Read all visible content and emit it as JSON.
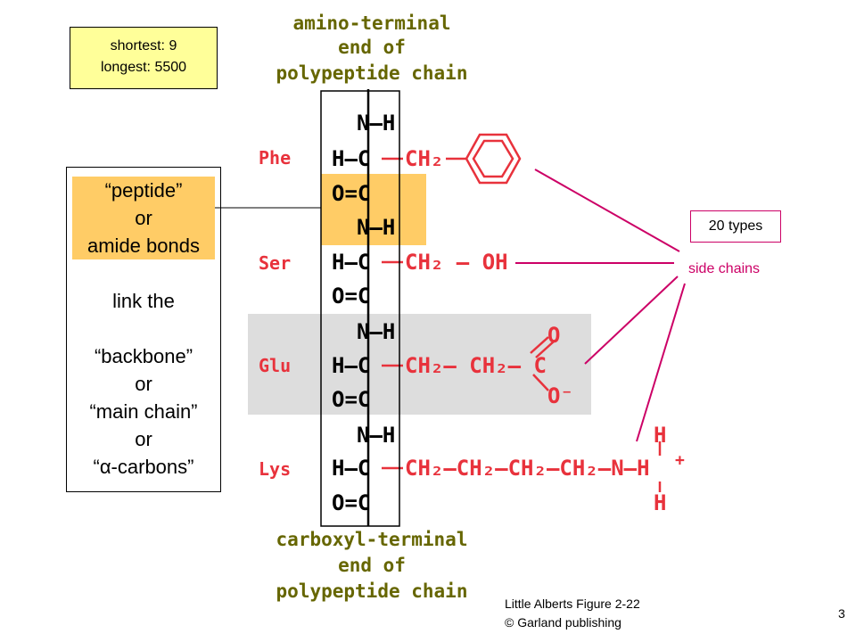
{
  "stats_box": {
    "shortest": "shortest: 9",
    "longest": "longest: 5500"
  },
  "left_box": {
    "line1": "“peptide”",
    "line2": "or",
    "line3": "amide bonds",
    "line4": "link the",
    "line5": "“backbone”",
    "line6": "or",
    "line7": "“main chain”",
    "line8": "or",
    "line9": "“α-carbons”"
  },
  "diagram": {
    "top_title": [
      "amino-terminal",
      "end of",
      "polypeptide chain"
    ],
    "bottom_title": [
      "carboxyl-terminal",
      "end of",
      "polypeptide chain"
    ],
    "residues": [
      "Phe",
      "Ser",
      "Glu",
      "Lys"
    ],
    "backbone": {
      "nh": "N–H",
      "hc": "H–C",
      "co": "O=C"
    },
    "side_chain_labels": {
      "phe": "CH₂",
      "ser": "CH₂ – OH",
      "glu_a": "CH₂– CH₂– C",
      "glu_o": "O",
      "glu_om": "O⁻",
      "lys": "CH₂–CH₂–CH₂–CH₂–N–H",
      "lys_h": "H",
      "lys_plus": "+"
    }
  },
  "types_box": "20 types",
  "side_chains_label": "side chains",
  "credit": {
    "line1": "Little Alberts Figure 2-22",
    "line2": "© Garland publishing"
  },
  "page_number": "3",
  "colors": {
    "red": "#e8323c",
    "olive": "#666600",
    "magenta": "#cc0066",
    "yellow_box": "#ffff99",
    "orange_band": "#ffcc66",
    "gray_band": "#dddddd"
  }
}
